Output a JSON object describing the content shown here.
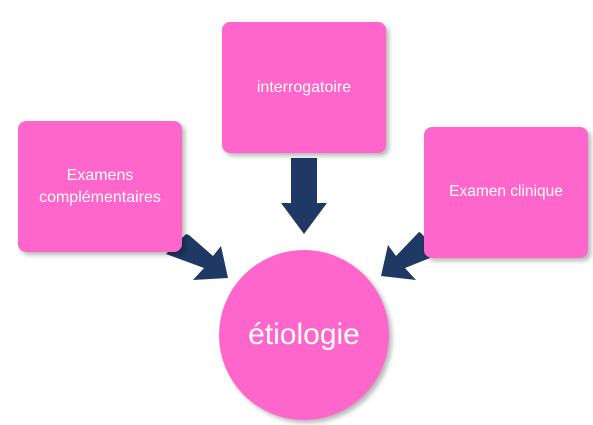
{
  "colors": {
    "node_fill": "#ff66cc",
    "arrow_fill": "#1f3864",
    "text": "#ffffff"
  },
  "nodes": {
    "interrogatoire": "interrogatoire",
    "examens_line1": "Examens",
    "examens_line2": "complémentaires",
    "examen_clinique": "Examen clinique",
    "etiologie": "étiologie"
  },
  "edges": [
    {
      "from": "interrogatoire",
      "to": "etiologie"
    },
    {
      "from": "examens_complementaires",
      "to": "etiologie"
    },
    {
      "from": "examen_clinique",
      "to": "etiologie"
    }
  ]
}
